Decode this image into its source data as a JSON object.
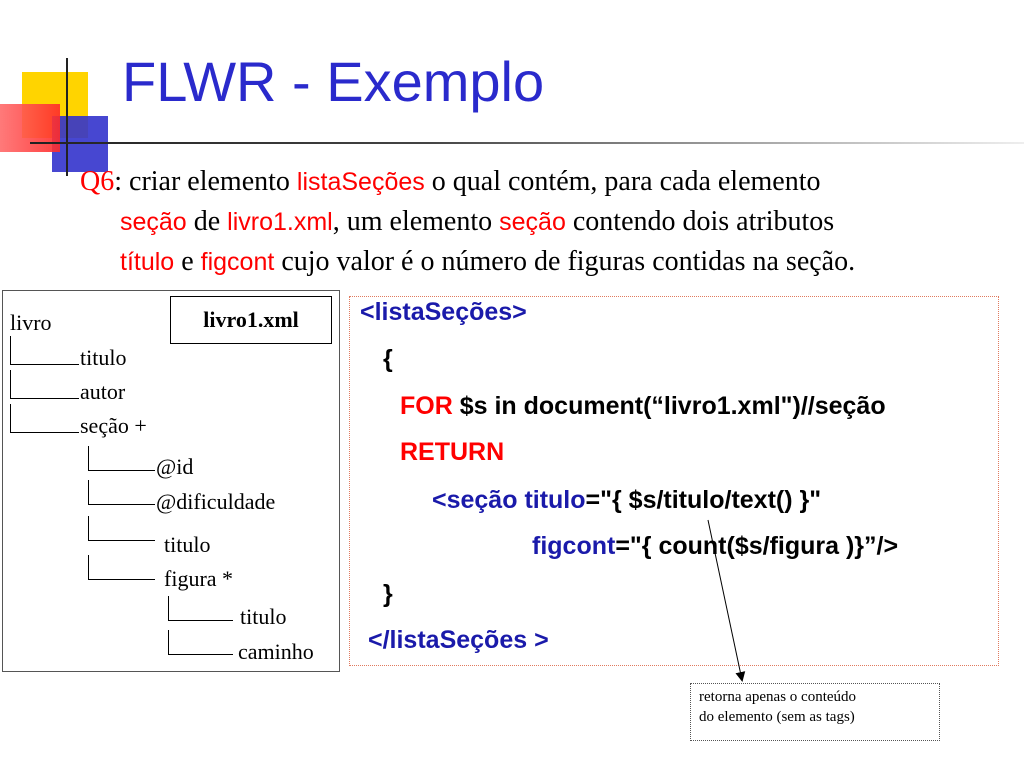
{
  "slide": {
    "title": "FLWR - Exemplo",
    "question": {
      "label": "Q6",
      "seg1": ": criar elemento ",
      "term_lista": "listaSeções",
      "seg2": " o qual contém, para cada elemento",
      "term_secao1": "seção",
      "seg3": " de ",
      "term_livro": "livro1.xml",
      "seg4": ", um elemento ",
      "term_secao2": "seção",
      "seg5": " contendo dois atributos",
      "term_titulo": "título",
      "seg6": " e ",
      "term_figcont": "figcont",
      "seg7": " cujo valor é o número de figuras contidas na seção."
    },
    "tree": {
      "file_label": "livro1.xml",
      "root": "livro",
      "nodes": [
        "titulo",
        "autor",
        "seção +",
        "@id",
        "@dificuldade",
        "titulo",
        "figura *",
        "titulo",
        "caminho"
      ]
    },
    "code": {
      "line1": "<listaSeções>",
      "line2": "{",
      "line3_kw": "FOR",
      "line3_rest": " $s in document(“livro1.xml\")//seção",
      "line4_kw": "RETURN",
      "line5_open": "<seção ",
      "line5_attr": "titulo",
      "line5_rest": "=\"{ $s/titulo/text() }\"",
      "line6_attr": "figcont",
      "line6_rest": "=\"{ count($s/figura )}”/>",
      "line7": "}",
      "line8": "</listaSeções >"
    },
    "note": {
      "line1": "retorna apenas o conteúdo",
      "line2": "do elemento (sem as tags)"
    }
  }
}
